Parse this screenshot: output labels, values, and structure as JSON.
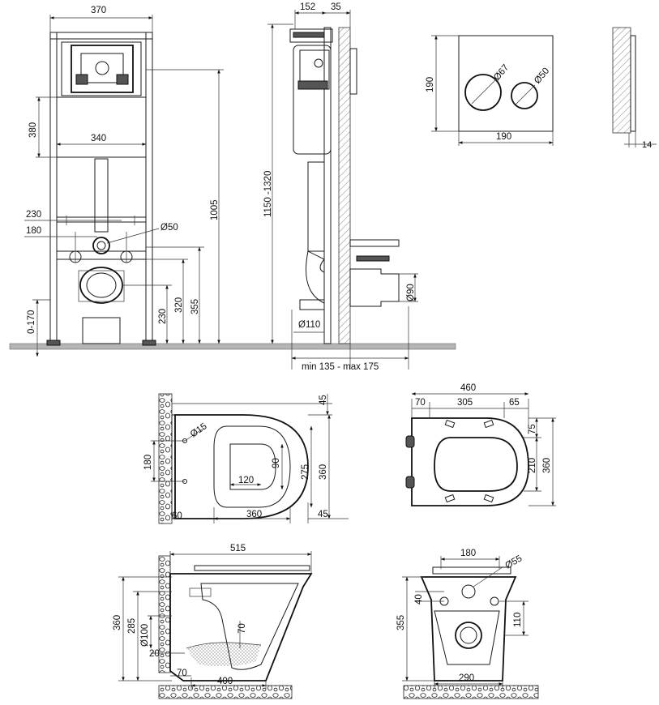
{
  "drawing": {
    "frame_front": {
      "width_total": "370",
      "panel_height": "380",
      "panel_width": "340",
      "flush_pipe_spacing_outer": "230",
      "flush_pipe_spacing_inner": "180",
      "pipe_diameter": "Ø50",
      "height_axis": "1005",
      "height_outlet_1": "355",
      "height_outlet_2": "320",
      "height_bottom": "230",
      "leg_adjust": "0-170"
    },
    "frame_side": {
      "depth_top": "152",
      "depth_wall": "35",
      "install_height": "1150 -1320",
      "drain_diameter": "Ø110",
      "connector_diameter": "Ø90",
      "wall_offset": "min 135 - max 175"
    },
    "flush_plate": {
      "height": "190",
      "width": "190",
      "button_large": "Ø67",
      "button_small": "Ø50",
      "thickness": "14"
    },
    "bowl_top": {
      "projection": "45",
      "hole_diameter": "Ø15",
      "bolt_spacing": "180",
      "bottom_offset": "60",
      "bowl_depth": "360",
      "rim_offset": "45",
      "inner_width": "120",
      "inner_depth": "90",
      "width_inner": "275",
      "width_outer": "360"
    },
    "seat_top": {
      "length": "460",
      "hinge_front": "70",
      "hinge_spacing": "305",
      "hinge_back": "65",
      "front_height": "75",
      "inner_height": "210",
      "total_height": "360"
    },
    "bowl_side": {
      "length": "515",
      "height": "360",
      "outlet_height": "285",
      "outlet_diameter": "Ø100",
      "water_depth": "70",
      "base_gap": "20",
      "base_offset": "70",
      "base_length": "400"
    },
    "bowl_back": {
      "top_width": "180",
      "pipe_diameter": "Ø55",
      "hole_offset": "40",
      "height": "355",
      "hole_height": "110",
      "base_width": "290"
    }
  }
}
